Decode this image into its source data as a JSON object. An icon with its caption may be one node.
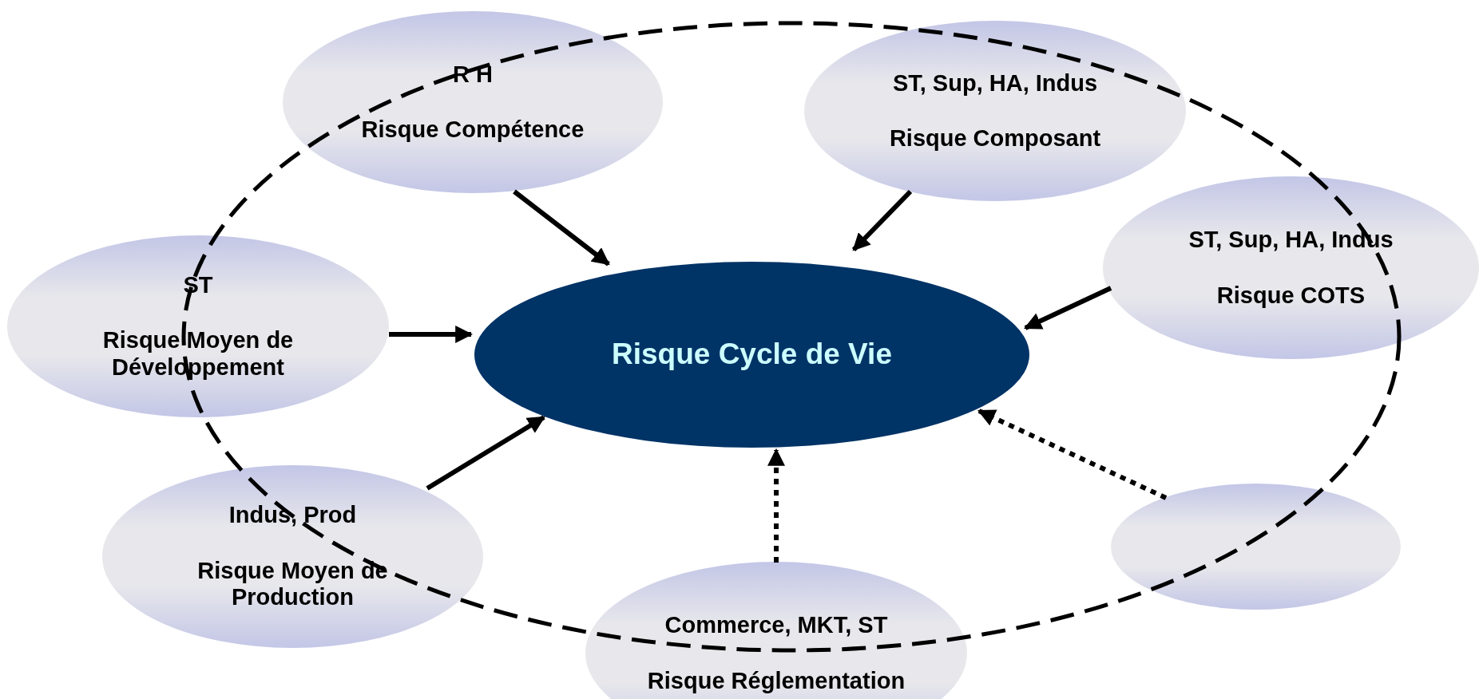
{
  "diagram": {
    "nodes": [
      {
        "text": [
          "Risque Cycle de Vie"
        ]
      },
      {
        "text": [
          "R H",
          "Risque Compétence"
        ]
      },
      {
        "text": [
          "ST, Sup, HA, Indus",
          "Risque Composant"
        ]
      },
      {
        "text": [
          "ST, Sup, HA, Indus",
          "Risque COTS"
        ]
      },
      {
        "text": [
          "ST",
          "Risque Moyen de Développement"
        ]
      },
      {
        "text": [
          "Indus, Prod",
          "Risque Moyen de Production"
        ]
      },
      {
        "text": [
          "Commerce, MKT, ST",
          "Risque Réglementation"
        ]
      },
      {
        "text": [],
        "shape": "circle"
      }
    ],
    "edges": [
      {
        "from": 1,
        "to": 0,
        "arrow": "to"
      },
      {
        "from": 2,
        "to": 0,
        "arrow": "to"
      },
      {
        "from": 3,
        "to": 0,
        "arrow": "to"
      },
      {
        "from": 4,
        "to": 0,
        "arrow": "to"
      },
      {
        "from": 5,
        "to": 0,
        "arrow": "to"
      },
      {
        "from": 6,
        "to": 0,
        "arrow": "to",
        "style": "dashed"
      },
      {
        "from": 7,
        "to": 0,
        "arrow": "to",
        "style": "dashed"
      }
    ]
  }
}
